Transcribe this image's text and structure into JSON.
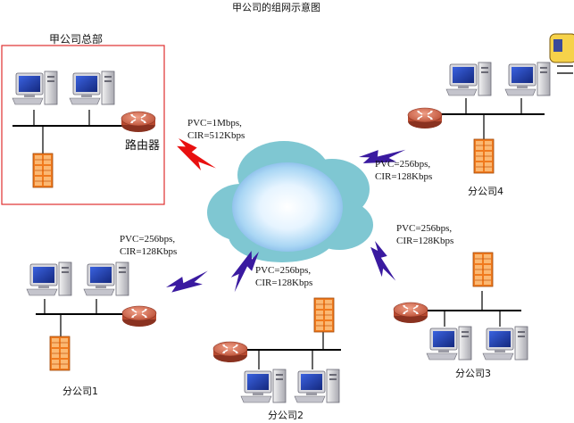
{
  "title": "甲公司的组网示意图",
  "headquarters": {
    "name": "甲公司总部",
    "router_label": "路由器",
    "link_label_1": "PVC=1Mbps,",
    "link_label_2": "CIR=512Kbps"
  },
  "branches": [
    {
      "name": "分公司1",
      "link_label_1": "PVC=256bps,",
      "link_label_2": "CIR=128Kbps"
    },
    {
      "name": "分公司2",
      "link_label_1": "PVC=256bps,",
      "link_label_2": "CIR=128Kbps"
    },
    {
      "name": "分公司3",
      "link_label_1": "PVC=256bps,",
      "link_label_2": "CIR=128Kbps"
    },
    {
      "name": "分公司4",
      "link_label_1": "PVC=256bps,",
      "link_label_2": "CIR=128Kbps"
    }
  ],
  "colors": {
    "hq_box": "#e03030",
    "hq_link": "#e81010",
    "branch_link": "#3a1aa0",
    "router": "#d9694a",
    "server": "#f07a1e",
    "monitor_screen": "#1e40c8",
    "cloud_outer": "#7fc7d2",
    "cloud_inner": "#e8f6ff"
  },
  "icons": {
    "pc": "desktop-computer-icon",
    "router": "router-icon",
    "server": "server-rack-icon",
    "cloud": "frame-relay-cloud-icon",
    "link": "lightning-link-icon"
  }
}
